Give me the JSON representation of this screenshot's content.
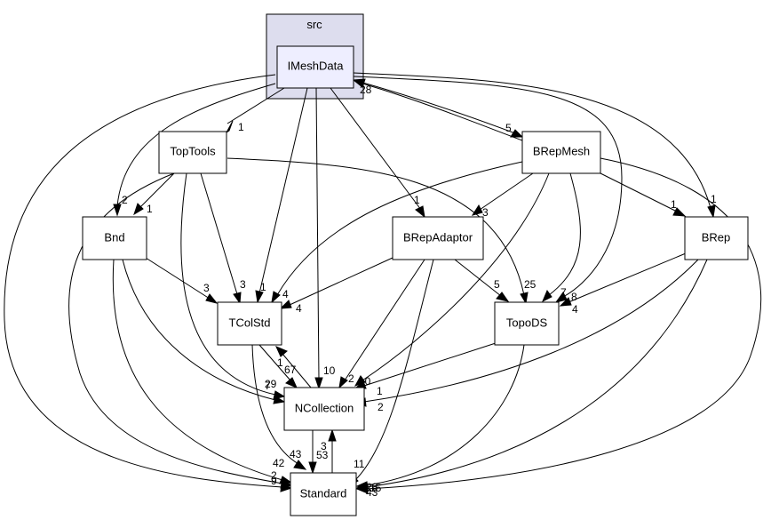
{
  "cluster": {
    "label": "src"
  },
  "nodes": {
    "IMeshData": "IMeshData",
    "TopTools": "TopTools",
    "BRepMesh": "BRepMesh",
    "Bnd": "Bnd",
    "BRepAdaptor": "BRepAdaptor",
    "BRep": "BRep",
    "TColStd": "TColStd",
    "TopoDS": "TopoDS",
    "NCollection": "NCollection",
    "Standard": "Standard"
  },
  "edges": [
    {
      "from": "IMeshData",
      "to": "TopTools",
      "count": "1"
    },
    {
      "from": "IMeshData",
      "to": "BRepMesh",
      "count": "5"
    },
    {
      "from": "BRepMesh",
      "to": "IMeshData",
      "count": "28"
    },
    {
      "from": "IMeshData",
      "to": "Bnd",
      "count": "2"
    },
    {
      "from": "IMeshData",
      "to": "BRepAdaptor",
      "count": "1"
    },
    {
      "from": "IMeshData",
      "to": "BRep",
      "count": "1"
    },
    {
      "from": "IMeshData",
      "to": "TColStd",
      "count": "1"
    },
    {
      "from": "IMeshData",
      "to": "TopoDS",
      "count": "7"
    },
    {
      "from": "IMeshData",
      "to": "NCollection",
      "count": "10"
    },
    {
      "from": "IMeshData",
      "to": "Standard",
      "count": "9"
    },
    {
      "from": "TopTools",
      "to": "Bnd",
      "count": "1"
    },
    {
      "from": "TopTools",
      "to": "TColStd",
      "count": "3"
    },
    {
      "from": "TopTools",
      "to": "TopoDS",
      "count": "25"
    },
    {
      "from": "TopTools",
      "to": "NCollection",
      "count": "7"
    },
    {
      "from": "TopTools",
      "to": "Standard",
      "count": "2"
    },
    {
      "from": "BRepMesh",
      "to": "BRepAdaptor",
      "count": "3"
    },
    {
      "from": "BRepMesh",
      "to": "BRep",
      "count": "1"
    },
    {
      "from": "BRepMesh",
      "to": "TColStd",
      "count": "4"
    },
    {
      "from": "BRepMesh",
      "to": "TopoDS",
      "count": "8"
    },
    {
      "from": "BRepMesh",
      "to": "NCollection",
      "count": "10"
    },
    {
      "from": "BRepMesh",
      "to": "Standard",
      "count": "43"
    },
    {
      "from": "Bnd",
      "to": "TColStd",
      "count": "3"
    },
    {
      "from": "Bnd",
      "to": "NCollection",
      "count": "29"
    },
    {
      "from": "Bnd",
      "to": "Standard",
      "count": "42"
    },
    {
      "from": "BRepAdaptor",
      "to": "TColStd",
      "count": "4"
    },
    {
      "from": "BRepAdaptor",
      "to": "TopoDS",
      "count": "5"
    },
    {
      "from": "BRepAdaptor",
      "to": "NCollection",
      "count": "2"
    },
    {
      "from": "BRepAdaptor",
      "to": "Standard",
      "count": "11"
    },
    {
      "from": "BRep",
      "to": "TopoDS",
      "count": "4"
    },
    {
      "from": "BRep",
      "to": "NCollection",
      "count": "1"
    },
    {
      "from": "BRep",
      "to": "Standard",
      "count": "28"
    },
    {
      "from": "TColStd",
      "to": "NCollection",
      "count": "67"
    },
    {
      "from": "NCollection",
      "to": "TColStd",
      "count": "1"
    },
    {
      "from": "TColStd",
      "to": "Standard",
      "count": "43"
    },
    {
      "from": "TopoDS",
      "to": "NCollection",
      "count": "2"
    },
    {
      "from": "TopoDS",
      "to": "Standard",
      "count": "15"
    },
    {
      "from": "NCollection",
      "to": "Standard",
      "count": "53"
    },
    {
      "from": "Standard",
      "to": "NCollection",
      "count": "3"
    }
  ]
}
